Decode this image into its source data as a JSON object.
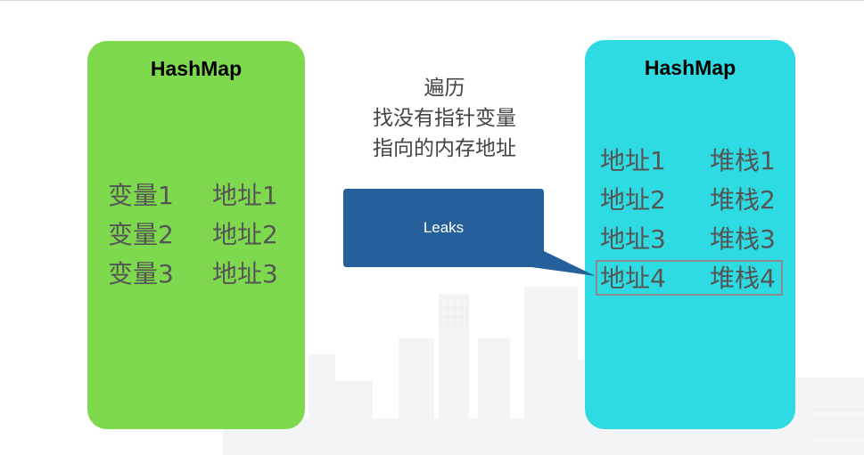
{
  "colors": {
    "left_panel": "#7fd94f",
    "right_panel": "#2fdbe2",
    "callout": "#26609a",
    "highlight_border": "#8a8a8a",
    "skyline": "#f3f4f6"
  },
  "left_panel": {
    "title": "HashMap",
    "rows": [
      {
        "key": "变量1",
        "value": "地址1"
      },
      {
        "key": "变量2",
        "value": "地址2"
      },
      {
        "key": "变量3",
        "value": "地址3"
      }
    ]
  },
  "right_panel": {
    "title": "HashMap",
    "rows": [
      {
        "key": "地址1",
        "value": "堆栈1"
      },
      {
        "key": "地址2",
        "value": "堆栈2"
      },
      {
        "key": "地址3",
        "value": "堆栈3"
      },
      {
        "key": "地址4",
        "value": "堆栈4"
      }
    ],
    "highlighted_row": 3
  },
  "caption": {
    "lines": [
      "遍历",
      "找没有指针变量",
      "指向的内存地址"
    ]
  },
  "callout": {
    "label": "Leaks"
  }
}
